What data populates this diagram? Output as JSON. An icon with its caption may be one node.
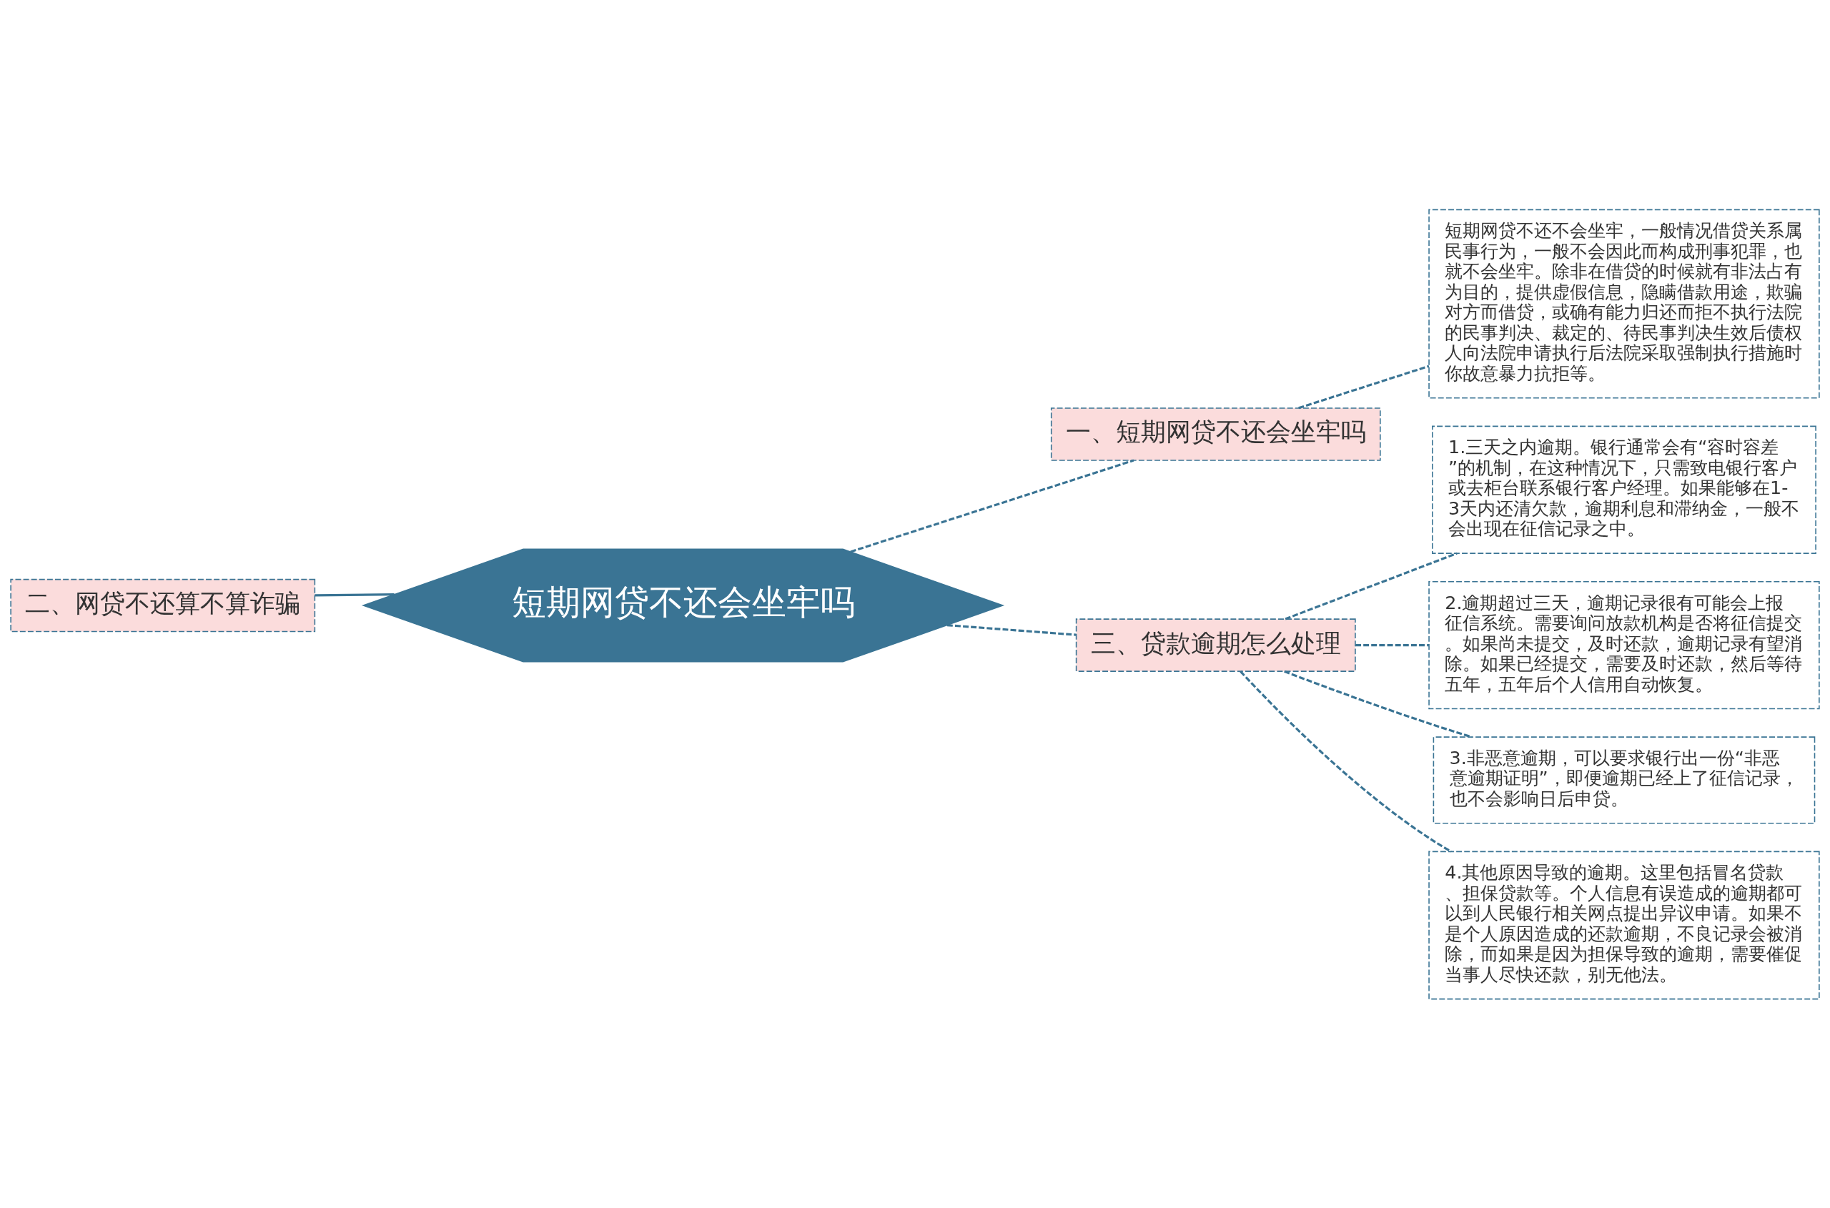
{
  "diagram": {
    "nodes": [
      {
        "text": [
          "短期网贷不还会坐牢吗"
        ]
      },
      {
        "text": [
          "一、短期网贷不还会坐牢吗"
        ]
      },
      {
        "text": [
          "短期网贷不还不会坐牢，一般情况借贷关系属民事行为，一般不会因此而构成刑事犯罪，也就不会坐牢。除非在借贷的时候就有非法占有为目的，提供虚假信息，隐瞒借款用途，欺骗对方而借贷，或确有能力归还而拒不执行法院的民事判决、裁定的、待民事判决生效后债权人向法院申请执行后法院采取强制执行措施时你故意暴力抗拒等。"
        ]
      },
      {
        "text": [
          "二、网贷不还算不算诈骗"
        ]
      },
      {
        "text": [
          "三、贷款逾期怎么处理"
        ]
      },
      {
        "text": [
          "1.三天之内逾期。银行通常会有“容时容差”的机制，在这种情况下，只需致电银行客户或去柜台联系银行客户经理。如果能够在1-3天内还清欠款，逾期利息和滞纳金，一般不会出现在征信记录之中。"
        ]
      },
      {
        "text": [
          "2.逾期超过三天，逾期记录很有可能会上报征信系统。需要询问放款机构是否将征信提交。如果尚未提交，及时还款，逾期记录有望消除。如果已经提交，需要及时还款，然后等待五年，五年后个人信用自动恢复。"
        ]
      },
      {
        "text": [
          "3.非恶意逾期，可以要求银行出一份“非恶意逾期证明”，即便逾期已经上了征信记录，也不会影响日后申贷。"
        ]
      },
      {
        "text": [
          "4.其他原因导致的逾期。这里包括冒名贷款、担保贷款等。个人信息有误造成的逾期都可以到人民银行相关网点提出异议申请。如果不是个人原因造成的还款逾期，不良记录会被消除，而如果是因为担保导致的逾期，需要催促当事人尽快还款，别无他法。"
        ]
      }
    ],
    "edges": [
      {
        "from": 0,
        "to": 1,
        "arrow": "none",
        "style": "dashed"
      },
      {
        "from": 1,
        "to": 2,
        "arrow": "none",
        "style": "dashed"
      },
      {
        "from": 0,
        "to": 3,
        "arrow": "none"
      },
      {
        "from": 0,
        "to": 4,
        "arrow": "none",
        "style": "dashed"
      },
      {
        "from": 4,
        "to": 5,
        "arrow": "none",
        "style": "dashed"
      },
      {
        "from": 4,
        "to": 6,
        "arrow": "none",
        "style": "dashed"
      },
      {
        "from": 4,
        "to": 7,
        "arrow": "none",
        "style": "dashed"
      },
      {
        "from": 4,
        "to": 8,
        "arrow": "none",
        "style": "dashed"
      }
    ]
  }
}
